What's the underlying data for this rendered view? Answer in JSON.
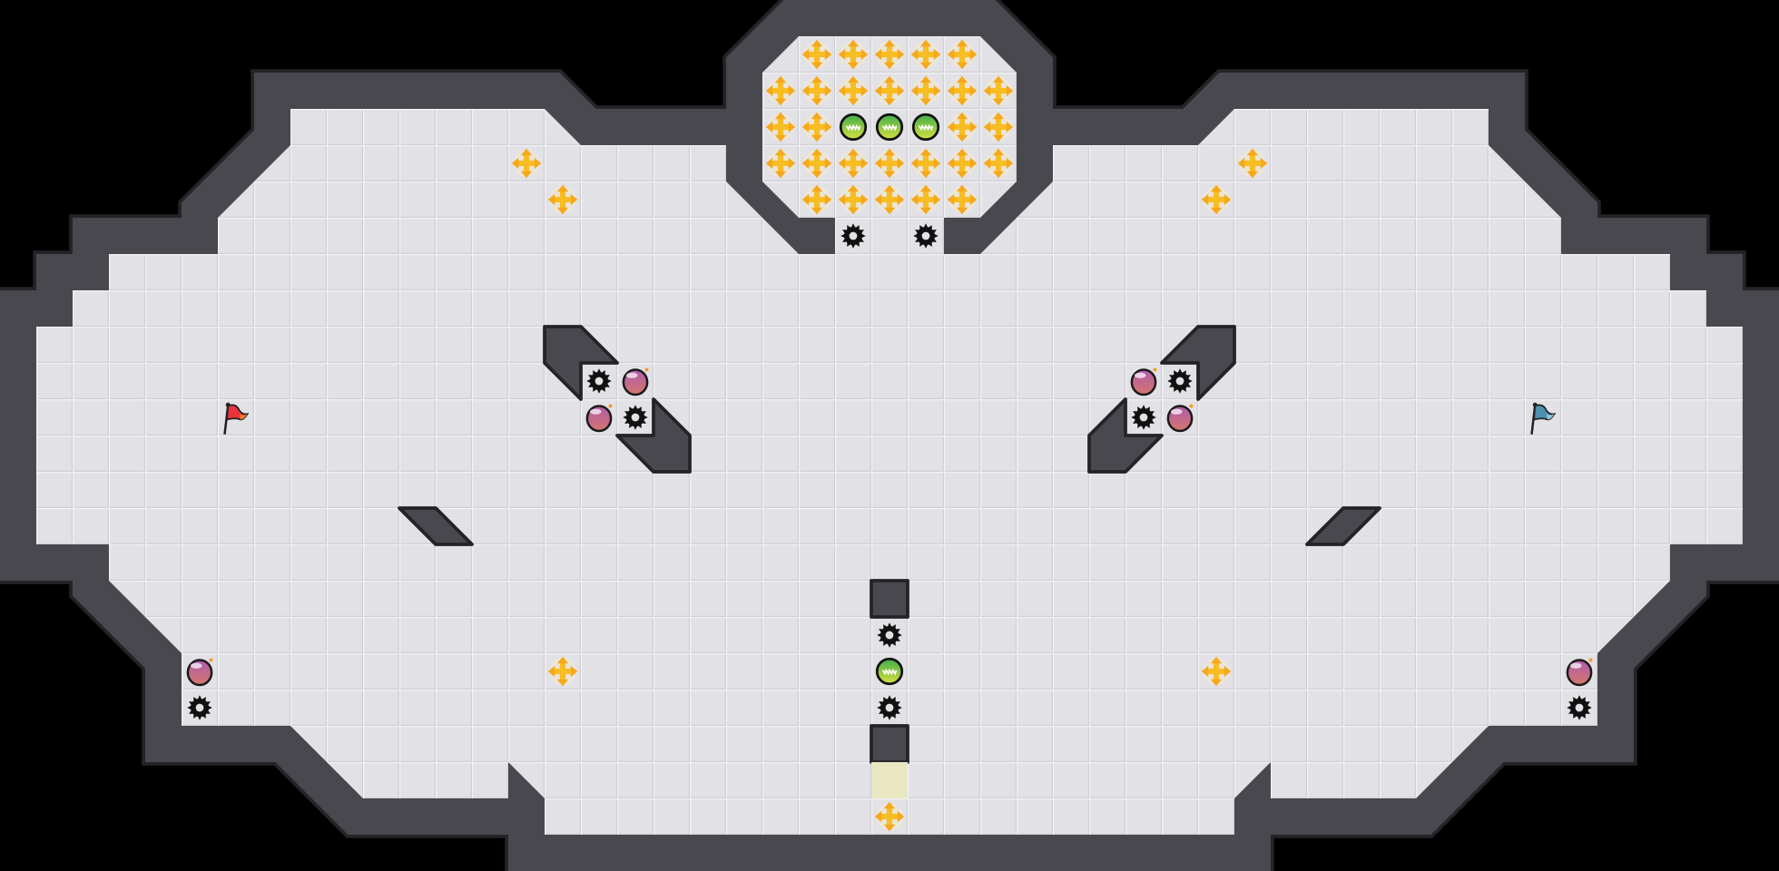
{
  "colors": {
    "background": "#000000",
    "floor": "#e2e2e6",
    "floor_grid_light": "#f1f1f3",
    "floor_grid_dark": "#cfcfd4",
    "wall": "#48484e",
    "wall_outline": "#242428",
    "boost": "#f7bd22",
    "gear": "#111111",
    "bomb": "#a0559a",
    "powerup": "#7cc23a",
    "red_flag": "#e8333a",
    "blue_flag": "#4f8fb0",
    "tile_marker": "#e9e7c2"
  },
  "entities": {
    "boost": {
      "icon": "boost-arrows-icon",
      "count": 35
    },
    "gear": {
      "icon": "spike-gear-icon",
      "count": 10
    },
    "bomb": {
      "icon": "bomb-icon",
      "count": 6
    },
    "powerup": {
      "icon": "powerup-ball-icon",
      "count": 4
    },
    "red_flag": {
      "icon": "red-flag-icon",
      "count": 1
    },
    "blue_flag": {
      "icon": "blue-flag-icon",
      "count": 1
    }
  }
}
